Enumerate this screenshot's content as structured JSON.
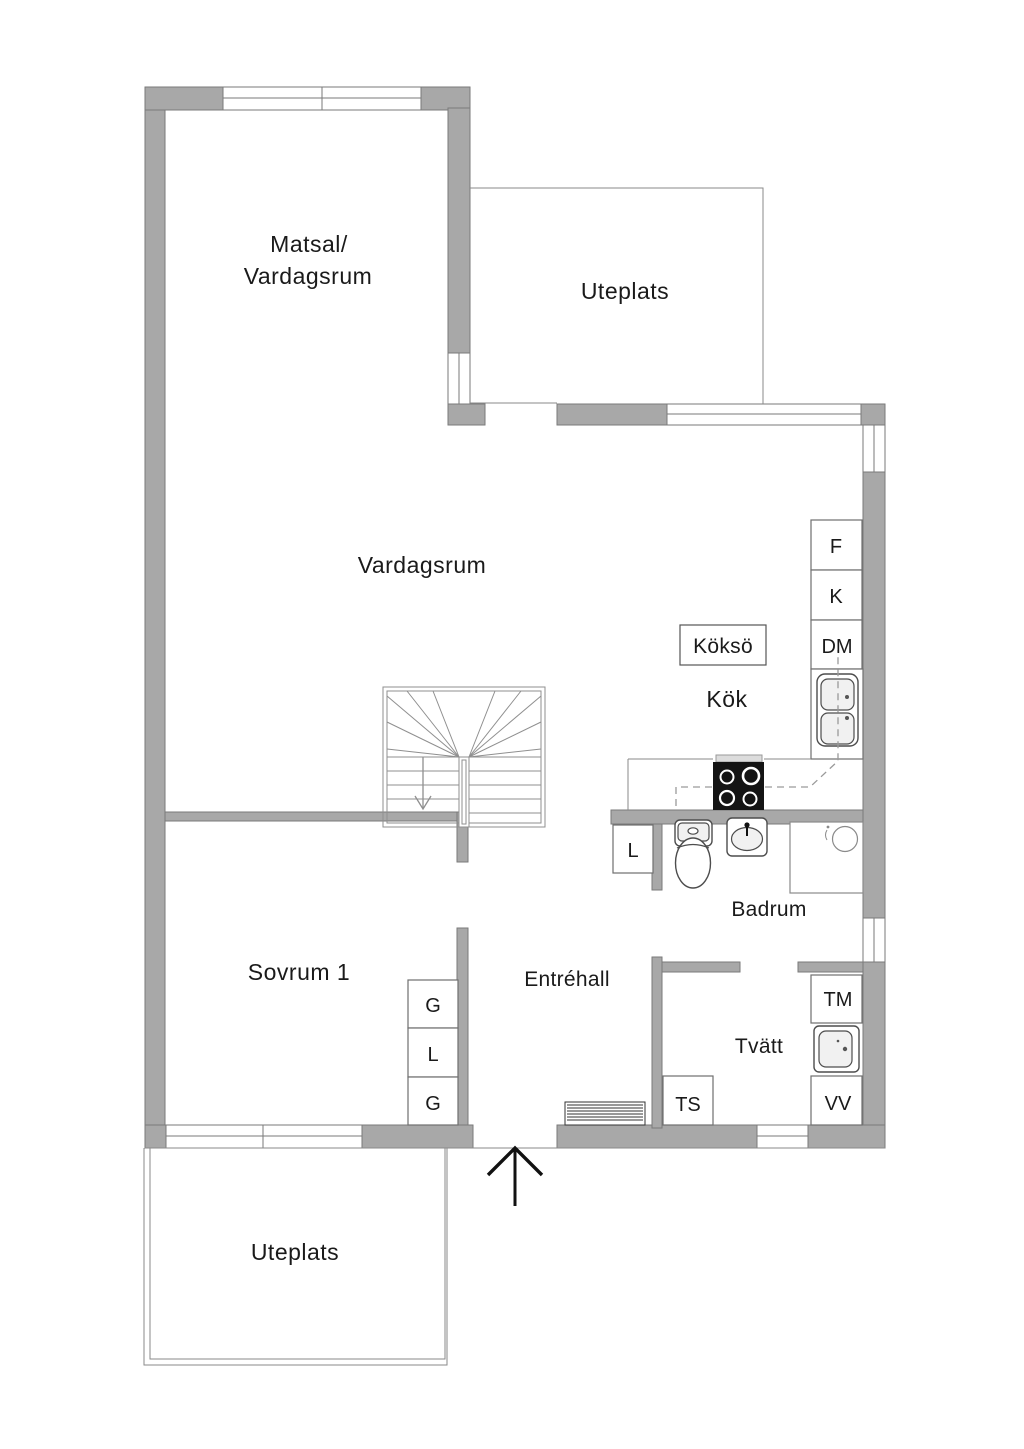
{
  "plan": {
    "type": "floor-plan",
    "colors": {
      "wall": "#a8a8a8",
      "wall_edge": "#7a7a7a",
      "thin_line": "#8a8a8a",
      "stove": "#111111",
      "text": "#1a1a1a"
    },
    "rooms": {
      "matsal_line1": "Matsal/",
      "matsal_line2": "Vardagsrum",
      "uteplats_top": "Uteplats",
      "vardagsrum": "Vardagsrum",
      "koks_island": "Köksö",
      "kok": "Kök",
      "badrum": "Badrum",
      "sovrum": "Sovrum 1",
      "entrehall": "Entréhall",
      "tvatt": "Tvätt",
      "uteplats_bottom": "Uteplats"
    },
    "units": {
      "fridge": "F",
      "freezer": "K",
      "dishwasher": "DM",
      "bath_closet": "L",
      "wardrobe_top": "G",
      "wardrobe_mid": "L",
      "wardrobe_bottom": "G",
      "washer": "TM",
      "drying_cabinet": "TS",
      "water_heater": "VV"
    }
  }
}
